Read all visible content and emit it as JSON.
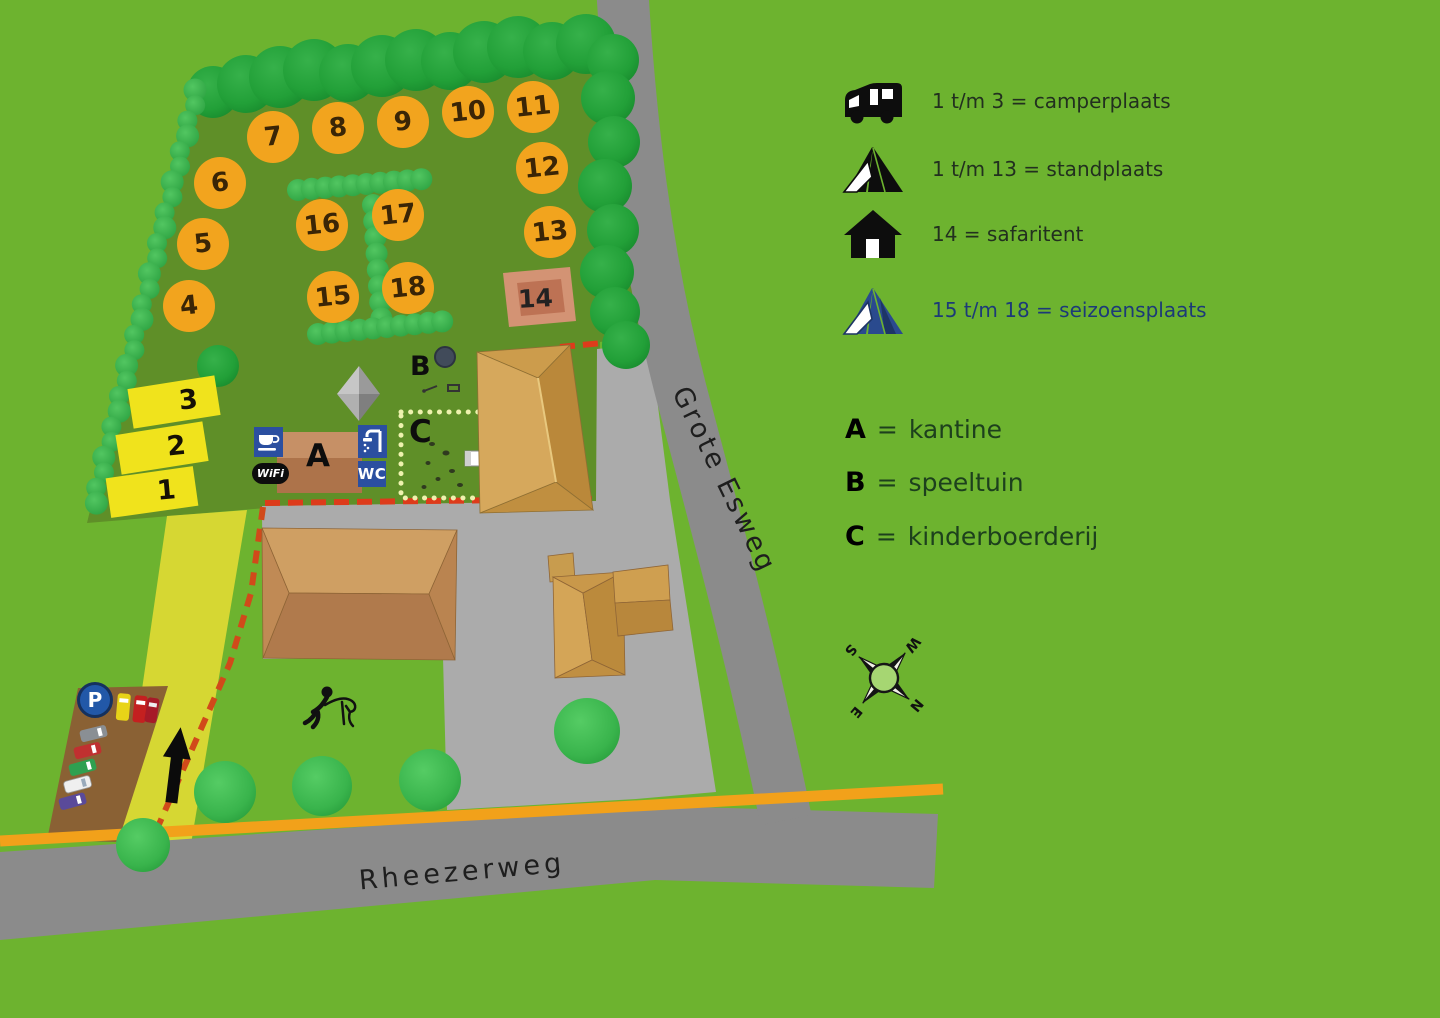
{
  "map": {
    "roads": {
      "vertical_label": "Grote Esweg",
      "horizontal_label": "Rheezerweg"
    },
    "pitches": {
      "p1": "1",
      "p2": "2",
      "p3": "3",
      "p4": "4",
      "p5": "5",
      "p6": "6",
      "p7": "7",
      "p8": "8",
      "p9": "9",
      "p10": "10",
      "p11": "11",
      "p12": "12",
      "p13": "13",
      "p14": "14",
      "p15": "15",
      "p16": "16",
      "p17": "17",
      "p18": "18"
    },
    "area_markers": {
      "a": "A",
      "b": "B",
      "c": "C"
    },
    "facilities": {
      "wifi_label": "WiFi",
      "wc_label": "WC",
      "parking_label": "P"
    },
    "compass": {
      "north": "N",
      "east": "E",
      "south": "S",
      "west": "W"
    }
  },
  "legend": {
    "items": [
      {
        "icon": "camper-icon",
        "label": "1 t/m 3 = camperplaats"
      },
      {
        "icon": "tent-icon",
        "label": "1 t/m 13 = standplaats"
      },
      {
        "icon": "safaritent-icon",
        "label": "14 = safaritent"
      },
      {
        "icon": "seasonal-tent-icon",
        "label": "15 t/m 18 = seizoensplaats"
      }
    ],
    "areas": [
      {
        "key": "A",
        "sep": "=",
        "value": "kantine"
      },
      {
        "key": "B",
        "sep": "=",
        "value": "speeltuin"
      },
      {
        "key": "C",
        "sep": "=",
        "value": "kinderboerderij"
      }
    ]
  },
  "colors": {
    "background": "#6db32f",
    "camp_field": "#5f8f28",
    "road_gray": "#8b8b8b",
    "paved_gray": "#ababab",
    "pitch_orange": "#f2a41e",
    "camper_pitch_yellow": "#f0e31c",
    "fence_red": "#dd3b1b",
    "cycle_path_orange": "#f2a11a",
    "facility_blue": "#2b4fa0",
    "seasonal_tent_blue": "#2a4a8e",
    "legend_text": "#22301f",
    "seasonal_text_navy": "#1c3a78"
  }
}
